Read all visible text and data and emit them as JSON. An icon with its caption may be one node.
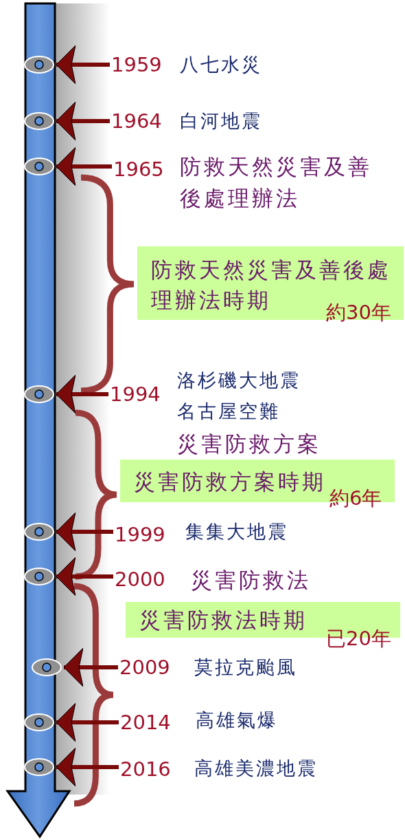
{
  "diagram": {
    "nodes": [
      {
        "text": [],
        "shape": "ellipse"
      },
      {
        "text": [],
        "shape": "ellipse"
      },
      {
        "text": [],
        "shape": "ellipse"
      },
      {
        "text": [],
        "shape": "ellipse"
      },
      {
        "text": [],
        "shape": "ellipse"
      },
      {
        "text": [],
        "shape": "ellipse"
      },
      {
        "text": [],
        "shape": "ellipse"
      },
      {
        "text": [],
        "shape": "ellipse"
      },
      {
        "text": [],
        "shape": "ellipse"
      },
      {
        "text": [
          "1959"
        ],
        "beside": [
          "八七水災"
        ]
      },
      {
        "text": [
          "1964"
        ],
        "beside": [
          "白河地震"
        ]
      },
      {
        "text": [
          "1965"
        ],
        "beside": [
          "防救天然災害及善後處理辦法"
        ]
      },
      {
        "text": [
          "1994"
        ],
        "beside": [
          "洛杉磯大地震",
          "名古屋空難"
        ]
      },
      {
        "text": [
          "1999"
        ],
        "beside": [
          "集集大地震"
        ]
      },
      {
        "text": [
          "2000"
        ]
      },
      {
        "text": [
          "2009"
        ],
        "beside": [
          "莫拉克颱風"
        ]
      },
      {
        "text": [
          "2014"
        ],
        "beside": [
          "高雄氣爆"
        ]
      },
      {
        "text": [
          "2016"
        ],
        "beside": [
          "高雄美濃地震"
        ]
      },
      {
        "text": [
          "防救天然災害及善後處理辦法時期",
          "約30年"
        ]
      },
      {
        "text": [
          "災害防救方案時期",
          "約6年"
        ]
      },
      {
        "text": [
          "災害防救法時期",
          "已20年"
        ]
      }
    ],
    "labels": [
      "災害防救方案",
      "災害防救法"
    ],
    "edges": [
      {
        "from": 9,
        "to": 0,
        "arrow": "to"
      },
      {
        "from": 10,
        "to": 1,
        "arrow": "to"
      },
      {
        "from": 11,
        "to": 2,
        "arrow": "to"
      },
      {
        "from": 12,
        "to": 3,
        "arrow": "to"
      },
      {
        "from": 13,
        "to": 4,
        "arrow": "to"
      },
      {
        "from": 14,
        "to": 5,
        "arrow": "to"
      },
      {
        "from": 15,
        "to": 6,
        "arrow": "to"
      },
      {
        "from": 16,
        "to": 7,
        "arrow": "to"
      },
      {
        "from": 17,
        "to": 8,
        "arrow": "to"
      }
    ]
  }
}
